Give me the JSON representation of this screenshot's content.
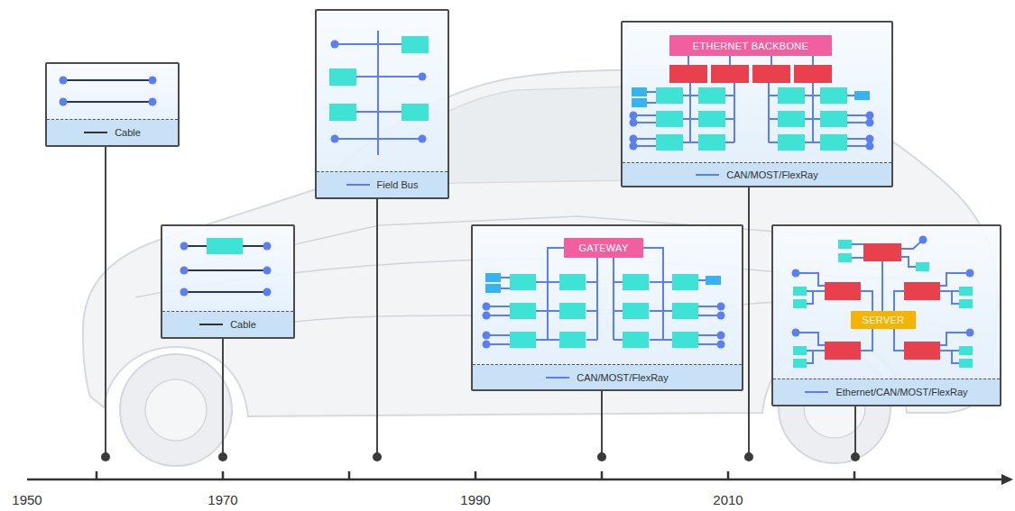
{
  "diagram": {
    "nodes": [
      {
        "text": [
          "Cable"
        ]
      },
      {
        "text": [
          "Cable"
        ]
      },
      {
        "text": [
          "Field Bus"
        ]
      },
      {
        "text": [
          "CAN/MOST/FlexRay"
        ]
      },
      {
        "text": [
          "GATEWAY"
        ],
        "in": 3
      },
      {
        "text": [
          "CAN/MOST/FlexRay"
        ]
      },
      {
        "text": [
          "ETHERNET BACKBONE"
        ],
        "in": 5
      },
      {
        "text": [
          "Ethernet/CAN/MOST/FlexRay"
        ]
      },
      {
        "text": [
          "SERVER"
        ],
        "in": 7
      }
    ],
    "labels": [
      "1950",
      "1970",
      "1990",
      "2010"
    ]
  }
}
